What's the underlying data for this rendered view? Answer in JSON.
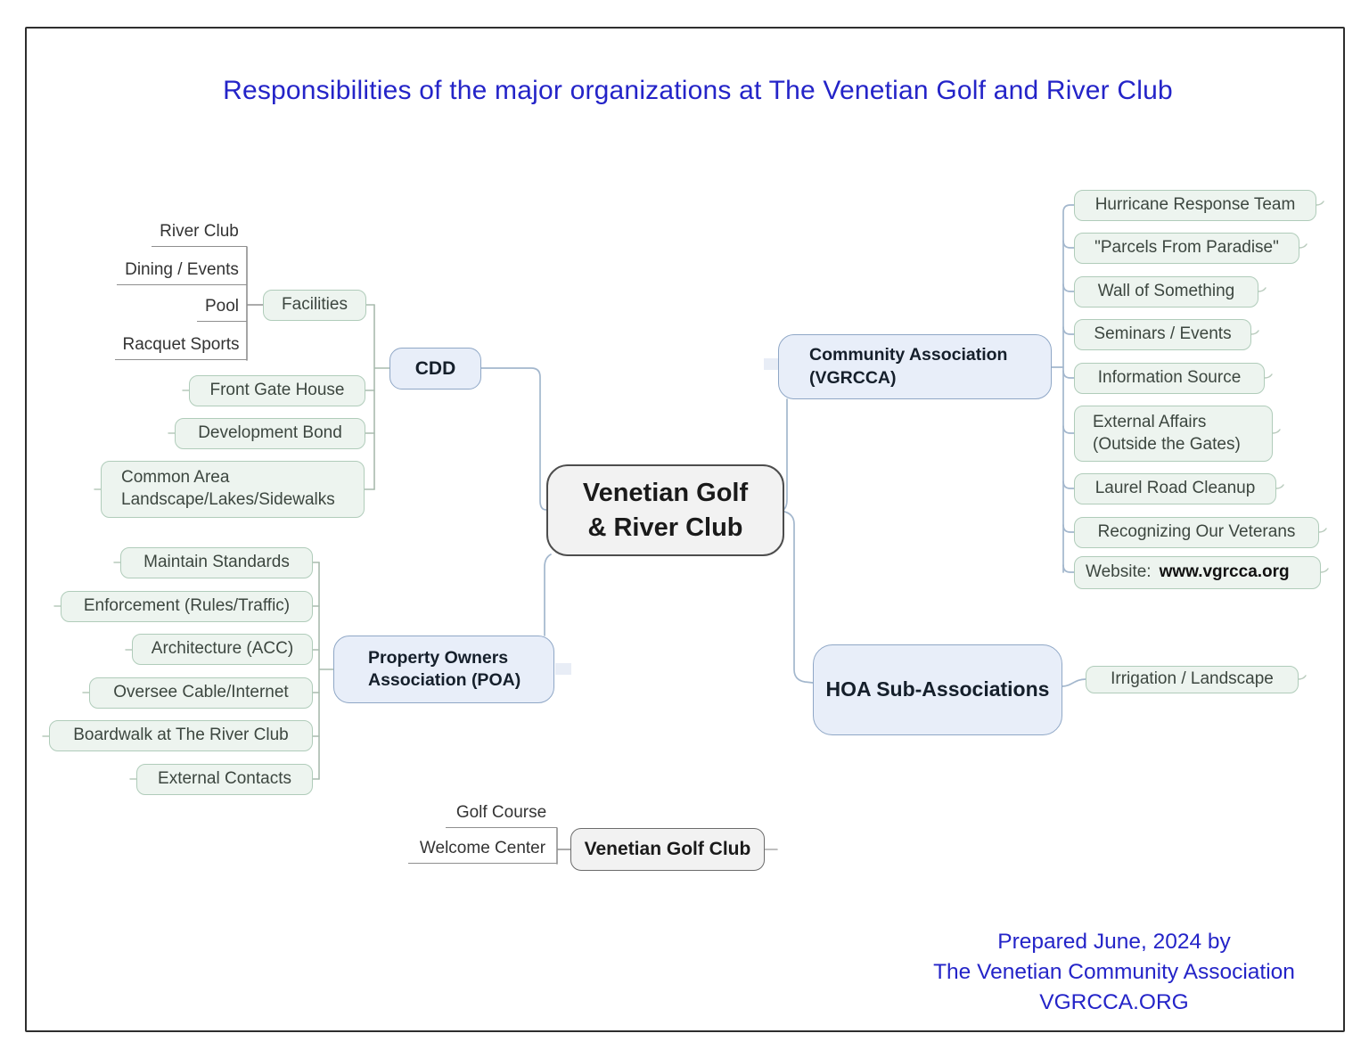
{
  "title": "Responsibilities of the major organizations at The Venetian Golf and River Club",
  "center": {
    "label": "Venetian Golf\n& River Club"
  },
  "cdd": {
    "label": "CDD",
    "facilities": {
      "label": "Facilities",
      "children": [
        "River Club",
        "Dining / Events",
        "Pool",
        "Racquet Sports"
      ]
    },
    "items": [
      "Front Gate House",
      "Development Bond",
      "Common Area\nLandscape/Lakes/Sidewalks"
    ]
  },
  "community": {
    "label": "Community Association\n(VGRCCA)",
    "items": [
      "Hurricane Response Team",
      "\"Parcels From Paradise\"",
      "Wall of Something",
      "Seminars / Events",
      "Information Source",
      "External Affairs\n(Outside the Gates)",
      "Laurel Road Cleanup",
      "Recognizing Our Veterans"
    ],
    "website_label": "Website:",
    "website_url": "www.vgrcca.org"
  },
  "poa": {
    "label": "Property Owners\nAssociation (POA)",
    "items": [
      "Maintain Standards",
      "Enforcement (Rules/Traffic)",
      "Architecture (ACC)",
      "Oversee Cable/Internet",
      "Boardwalk at The River Club",
      "External Contacts"
    ]
  },
  "hoa": {
    "label": "HOA Sub-Associations",
    "items": [
      "Irrigation / Landscape"
    ]
  },
  "golf_club": {
    "label": "Venetian Golf Club",
    "children": [
      "Golf Course",
      "Welcome Center"
    ]
  },
  "footer": {
    "line1": "Prepared June, 2024 by",
    "line2": "The Venetian Community Association",
    "line3": "VGRCCA.ORG"
  },
  "colors": {
    "title_blue": "#2424c8",
    "green_fill": "#edf4ef",
    "green_border": "#b0ccba",
    "blue_fill": "#e8eef9",
    "blue_border": "#8fa7c6",
    "gray_fill": "#f2f2f2",
    "connector_blue": "#a3b7cd",
    "connector_green": "#a9bbae",
    "connector_gray": "#8f8f8f"
  }
}
